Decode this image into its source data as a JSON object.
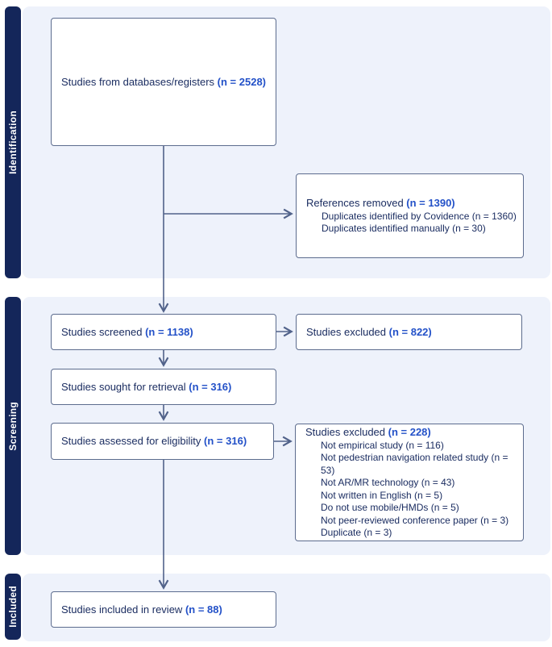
{
  "diagram": {
    "type": "prisma-flow",
    "sections": {
      "identification": {
        "label": "Identification"
      },
      "screening": {
        "label": "Screening"
      },
      "included": {
        "label": "Included"
      }
    },
    "boxes": {
      "databases": {
        "text": "Studies from databases/registers",
        "count": "(n = 2528)"
      },
      "references_removed": {
        "text": "References removed",
        "count": "(n = 1390)",
        "items": [
          "Duplicates identified by Covidence (n = 1360)",
          "Duplicates identified manually (n = 30)"
        ]
      },
      "screened": {
        "text": "Studies screened",
        "count": "(n = 1138)"
      },
      "excluded_screening": {
        "text": "Studies excluded",
        "count": "(n = 822)"
      },
      "sought": {
        "text": "Studies sought for retrieval",
        "count": "(n = 316)"
      },
      "assessed": {
        "text": "Studies assessed for eligibility",
        "count": "(n = 316)"
      },
      "excluded_eligibility": {
        "text": "Studies excluded",
        "count": "(n = 228)",
        "items": [
          "Not empirical study (n = 116)",
          "Not pedestrian navigation related study (n = 53)",
          "Not AR/MR technology (n = 43)",
          "Not written in English (n = 5)",
          "Do not use mobile/HMDs (n = 5)",
          "Not peer-reviewed conference paper (n = 3)",
          "Duplicate (n = 3)"
        ]
      },
      "included_review": {
        "text": "Studies included in review",
        "count": "(n = 88)"
      }
    },
    "colors": {
      "sidebar_navy": "#14265a",
      "panel_blue": "#eef2fb",
      "box_border": "#5c6c8e",
      "arrow": "#51628a",
      "text_navy": "#1b2d61",
      "count_blue": "#2351c8"
    }
  }
}
